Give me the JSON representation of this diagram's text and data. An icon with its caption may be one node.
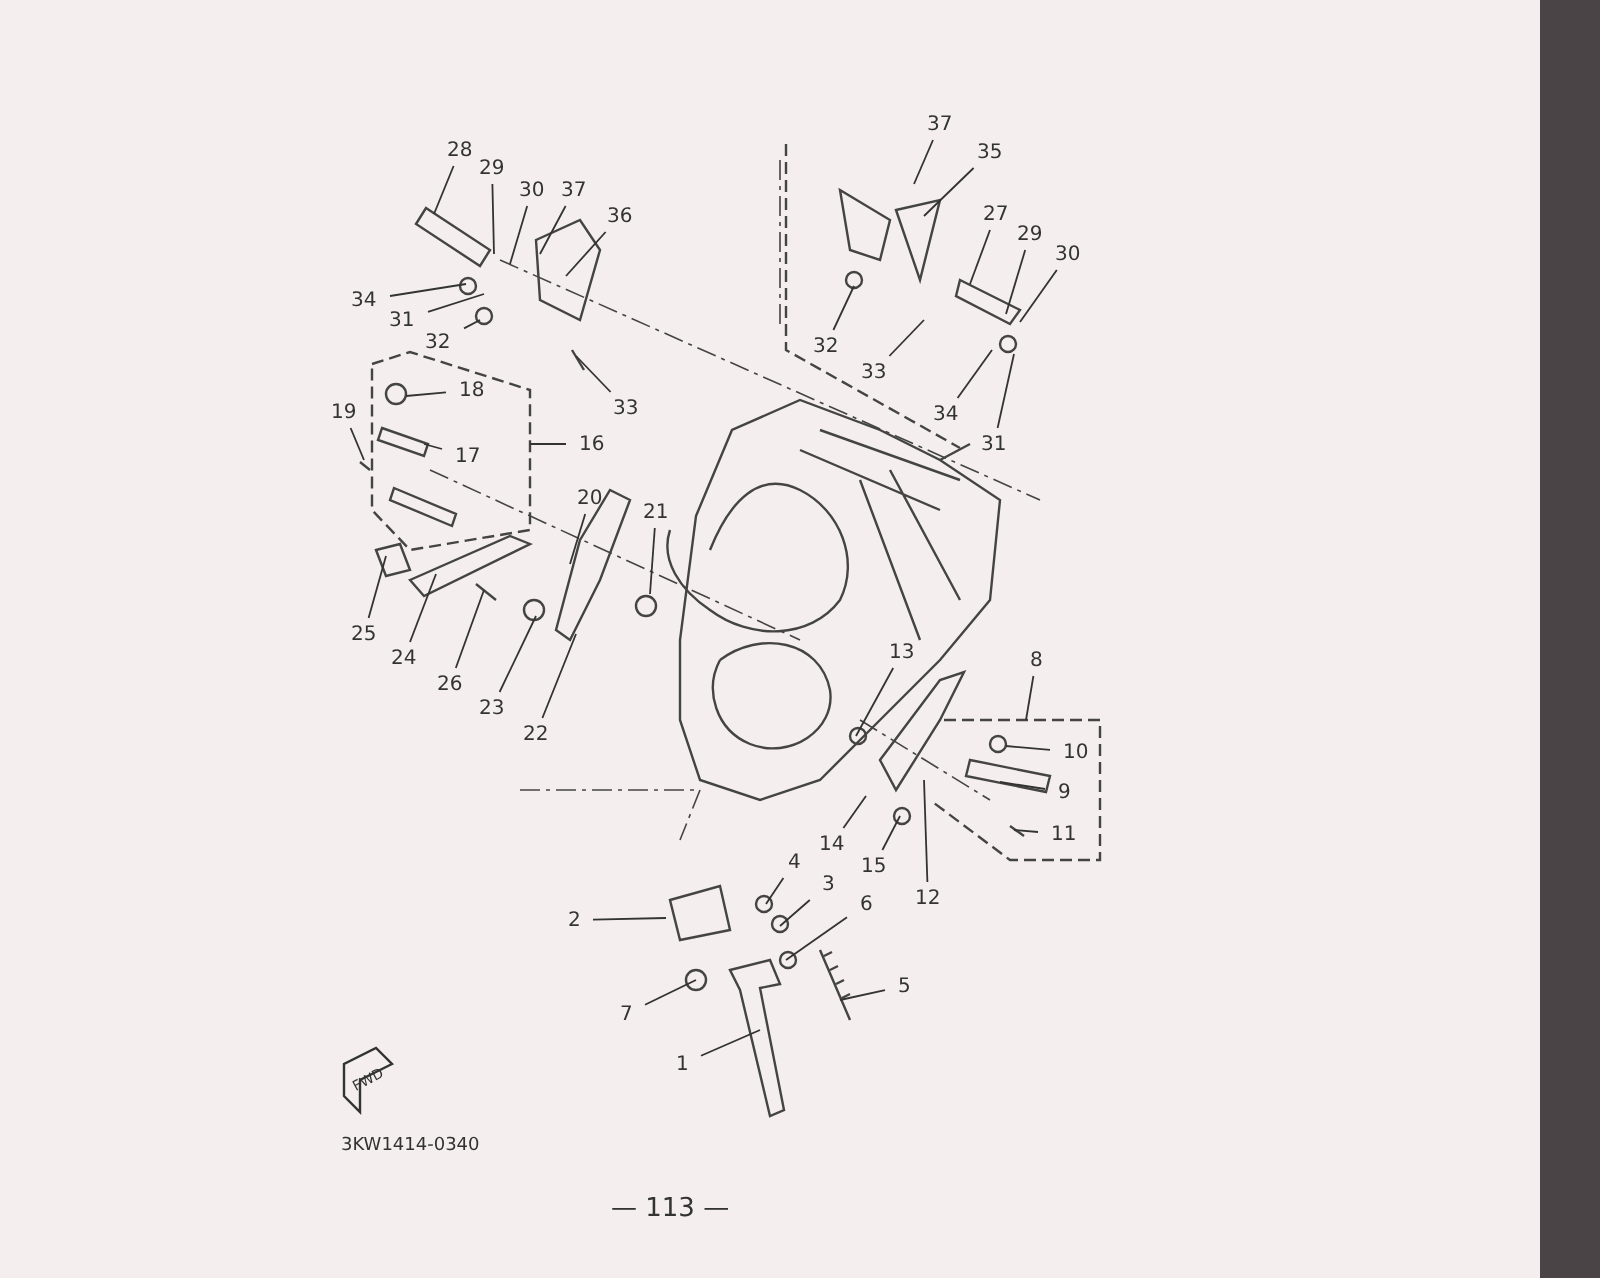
{
  "diagram": {
    "nodes": [
      {
        "text": [
          "37"
        ]
      },
      {
        "text": [
          "28"
        ]
      },
      {
        "text": [
          "35"
        ]
      },
      {
        "text": [
          "29"
        ]
      },
      {
        "text": [
          "30"
        ]
      },
      {
        "text": [
          "37"
        ]
      },
      {
        "text": [
          "27"
        ]
      },
      {
        "text": [
          "36"
        ]
      },
      {
        "text": [
          "29"
        ]
      },
      {
        "text": [
          "30"
        ]
      },
      {
        "text": [
          "34"
        ]
      },
      {
        "text": [
          "31"
        ]
      },
      {
        "text": [
          "32"
        ]
      },
      {
        "text": [
          "32"
        ]
      },
      {
        "text": [
          "33"
        ]
      },
      {
        "text": [
          "18"
        ]
      },
      {
        "text": [
          "33"
        ]
      },
      {
        "text": [
          "34"
        ]
      },
      {
        "text": [
          "19"
        ]
      },
      {
        "text": [
          "17"
        ]
      },
      {
        "text": [
          "16"
        ]
      },
      {
        "text": [
          "31"
        ]
      },
      {
        "text": [
          "20"
        ]
      },
      {
        "text": [
          "21"
        ]
      },
      {
        "text": [
          "25"
        ]
      },
      {
        "text": [
          "13"
        ]
      },
      {
        "text": [
          "24"
        ]
      },
      {
        "text": [
          "8"
        ]
      },
      {
        "text": [
          "26"
        ]
      },
      {
        "text": [
          "23"
        ]
      },
      {
        "text": [
          "22"
        ]
      },
      {
        "text": [
          "10"
        ]
      },
      {
        "text": [
          "9"
        ]
      },
      {
        "text": [
          "11"
        ]
      },
      {
        "text": [
          "14"
        ]
      },
      {
        "text": [
          "4"
        ]
      },
      {
        "text": [
          "15"
        ]
      },
      {
        "text": [
          "3"
        ]
      },
      {
        "text": [
          "12"
        ]
      },
      {
        "text": [
          "6"
        ]
      },
      {
        "text": [
          "2"
        ]
      },
      {
        "text": [
          "5"
        ]
      },
      {
        "text": [
          "7"
        ]
      },
      {
        "text": [
          "1"
        ]
      },
      {
        "text": [],
        "shape": "circle"
      }
    ],
    "edges": [
      {
        "from": 0,
        "to": null,
        "arrow": "none"
      },
      {
        "from": 1,
        "to": null,
        "arrow": "none"
      },
      {
        "from": 2,
        "to": null,
        "arrow": "none"
      },
      {
        "from": 3,
        "to": null,
        "arrow": "none"
      },
      {
        "from": 4,
        "to": null,
        "arrow": "none"
      },
      {
        "from": 5,
        "to": null,
        "arrow": "none"
      },
      {
        "from": 6,
        "to": null,
        "arrow": "none"
      },
      {
        "from": 7,
        "to": null,
        "arrow": "none"
      },
      {
        "from": 8,
        "to": null,
        "arrow": "none"
      },
      {
        "from": 9,
        "to": null,
        "arrow": "none"
      },
      {
        "from": 10,
        "to": null,
        "arrow": "none"
      },
      {
        "from": 11,
        "to": null,
        "arrow": "none"
      },
      {
        "from": 12,
        "to": null,
        "arrow": "none"
      },
      {
        "from": 13,
        "to": null,
        "arrow": "none"
      },
      {
        "from": 14,
        "to": null,
        "arrow": "none"
      },
      {
        "from": 15,
        "to": 44,
        "arrow": "none"
      },
      {
        "from": 16,
        "to": null,
        "arrow": "none"
      },
      {
        "from": 17,
        "to": null,
        "arrow": "none"
      },
      {
        "from": 18,
        "to": null,
        "arrow": "none"
      },
      {
        "from": 19,
        "to": null,
        "arrow": "none"
      },
      {
        "from": 20,
        "to": null,
        "arrow": "none"
      },
      {
        "from": 21,
        "to": null,
        "arrow": "none"
      },
      {
        "from": 22,
        "to": null,
        "arrow": "none"
      },
      {
        "from": 23,
        "to": null,
        "arrow": "none"
      },
      {
        "from": 24,
        "to": null,
        "arrow": "none"
      },
      {
        "from": 25,
        "to": null,
        "arrow": "none"
      },
      {
        "from": 26,
        "to": null,
        "arrow": "none"
      },
      {
        "from": 27,
        "to": null,
        "arrow": "none"
      },
      {
        "from": 28,
        "to": null,
        "arrow": "none"
      },
      {
        "from": 29,
        "to": null,
        "arrow": "none"
      },
      {
        "from": 30,
        "to": null,
        "arrow": "none"
      },
      {
        "from": 31,
        "to": null,
        "arrow": "none"
      },
      {
        "from": 32,
        "to": null,
        "arrow": "none"
      },
      {
        "from": 33,
        "to": null,
        "arrow": "none"
      },
      {
        "from": 34,
        "to": null,
        "arrow": "none"
      },
      {
        "from": 35,
        "to": null,
        "arrow": "none"
      },
      {
        "from": 36,
        "to": null,
        "arrow": "none"
      },
      {
        "from": 37,
        "to": null,
        "arrow": "none"
      },
      {
        "from": 38,
        "to": null,
        "arrow": "none"
      },
      {
        "from": 39,
        "to": null,
        "arrow": "none"
      },
      {
        "from": 40,
        "to": null,
        "arrow": "none"
      },
      {
        "from": 41,
        "to": null,
        "arrow": "none"
      },
      {
        "from": 42,
        "to": null,
        "arrow": "none"
      },
      {
        "from": 43,
        "to": null,
        "arrow": "none"
      }
    ],
    "labels": [
      "FWD",
      "3KW1414-0340",
      "— 113 —"
    ]
  }
}
